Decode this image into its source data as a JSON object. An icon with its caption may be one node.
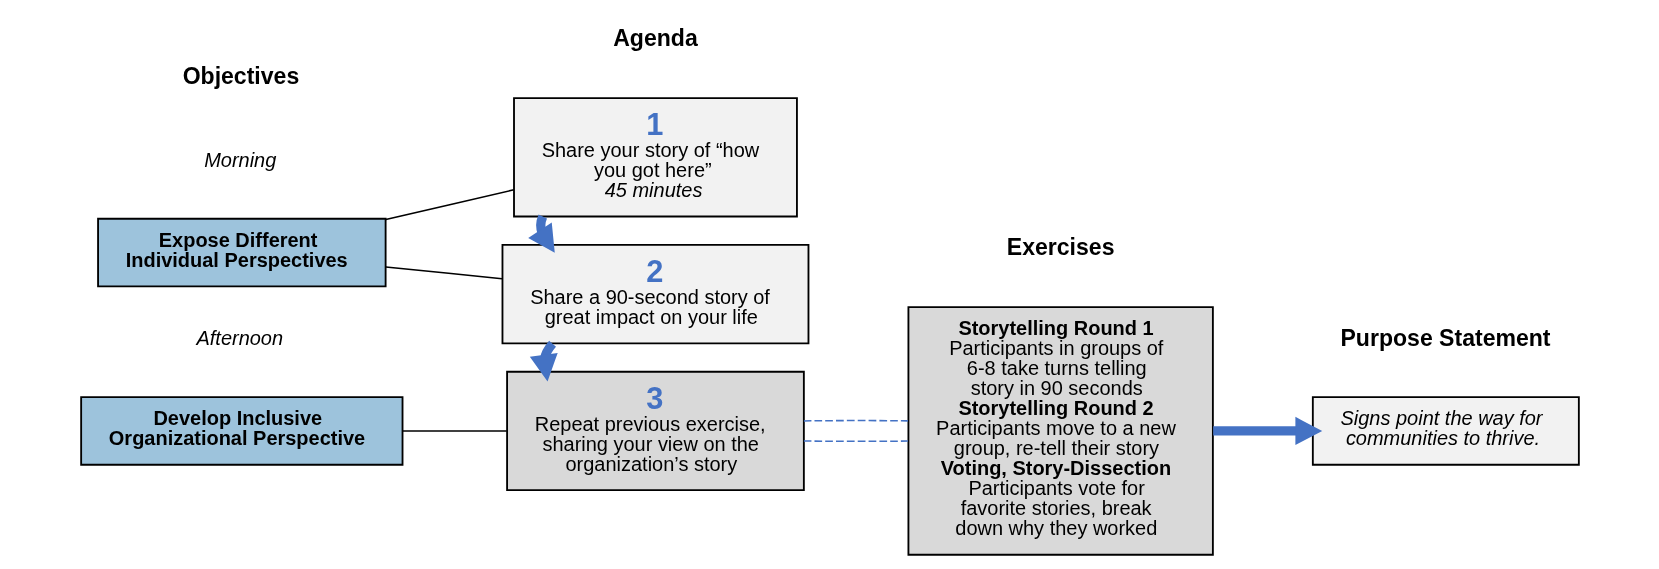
{
  "diagram": {
    "nodes": [
      {
        "text": [
          "Expose Different Individual Perspectives"
        ],
        "beside": [
          "Morning"
        ]
      },
      {
        "text": [
          "Develop Inclusive Organizational Perspective"
        ],
        "beside": [
          "Afternoon"
        ]
      },
      {
        "text": [
          "1",
          "Share your story of “how you got here”",
          "45 minutes"
        ]
      },
      {
        "text": [
          "2",
          "Share a 90-second story of great impact on your life"
        ]
      },
      {
        "text": [
          "3",
          "Repeat previous exercise, sharing your view on the organization’s story"
        ]
      },
      {
        "text": [
          "Storytelling Round 1",
          "Participants in groups of 6-8 take turns telling story in 90 seconds",
          "Storytelling Round 2",
          "Participants move to a new group, re-tell their story",
          "Voting, Story-Dissection",
          "Participants vote for favorite stories, break down why they worked"
        ]
      },
      {
        "text": [
          "Signs point the way for communities to thrive."
        ]
      }
    ],
    "edges": [
      {
        "from": 0,
        "to": 2,
        "arrow": "none",
        "color": "#000000"
      },
      {
        "from": 0,
        "to": 3,
        "arrow": "none",
        "color": "#000000"
      },
      {
        "from": 1,
        "to": 4,
        "arrow": "none",
        "color": "#000000"
      },
      {
        "from": 2,
        "to": 3,
        "arrow": "to",
        "style": "thick"
      },
      {
        "from": 3,
        "to": 4,
        "arrow": "to",
        "style": "thick"
      },
      {
        "from": 4,
        "to": 5,
        "arrow": "none",
        "style": "dashed"
      },
      {
        "from": 4,
        "to": 5,
        "arrow": "none",
        "style": "dashed"
      },
      {
        "from": 5,
        "to": 6,
        "arrow": "to",
        "style": "thick"
      }
    ],
    "labels": [
      "Objectives",
      "Agenda",
      "Exercises",
      "Purpose Statement"
    ]
  }
}
